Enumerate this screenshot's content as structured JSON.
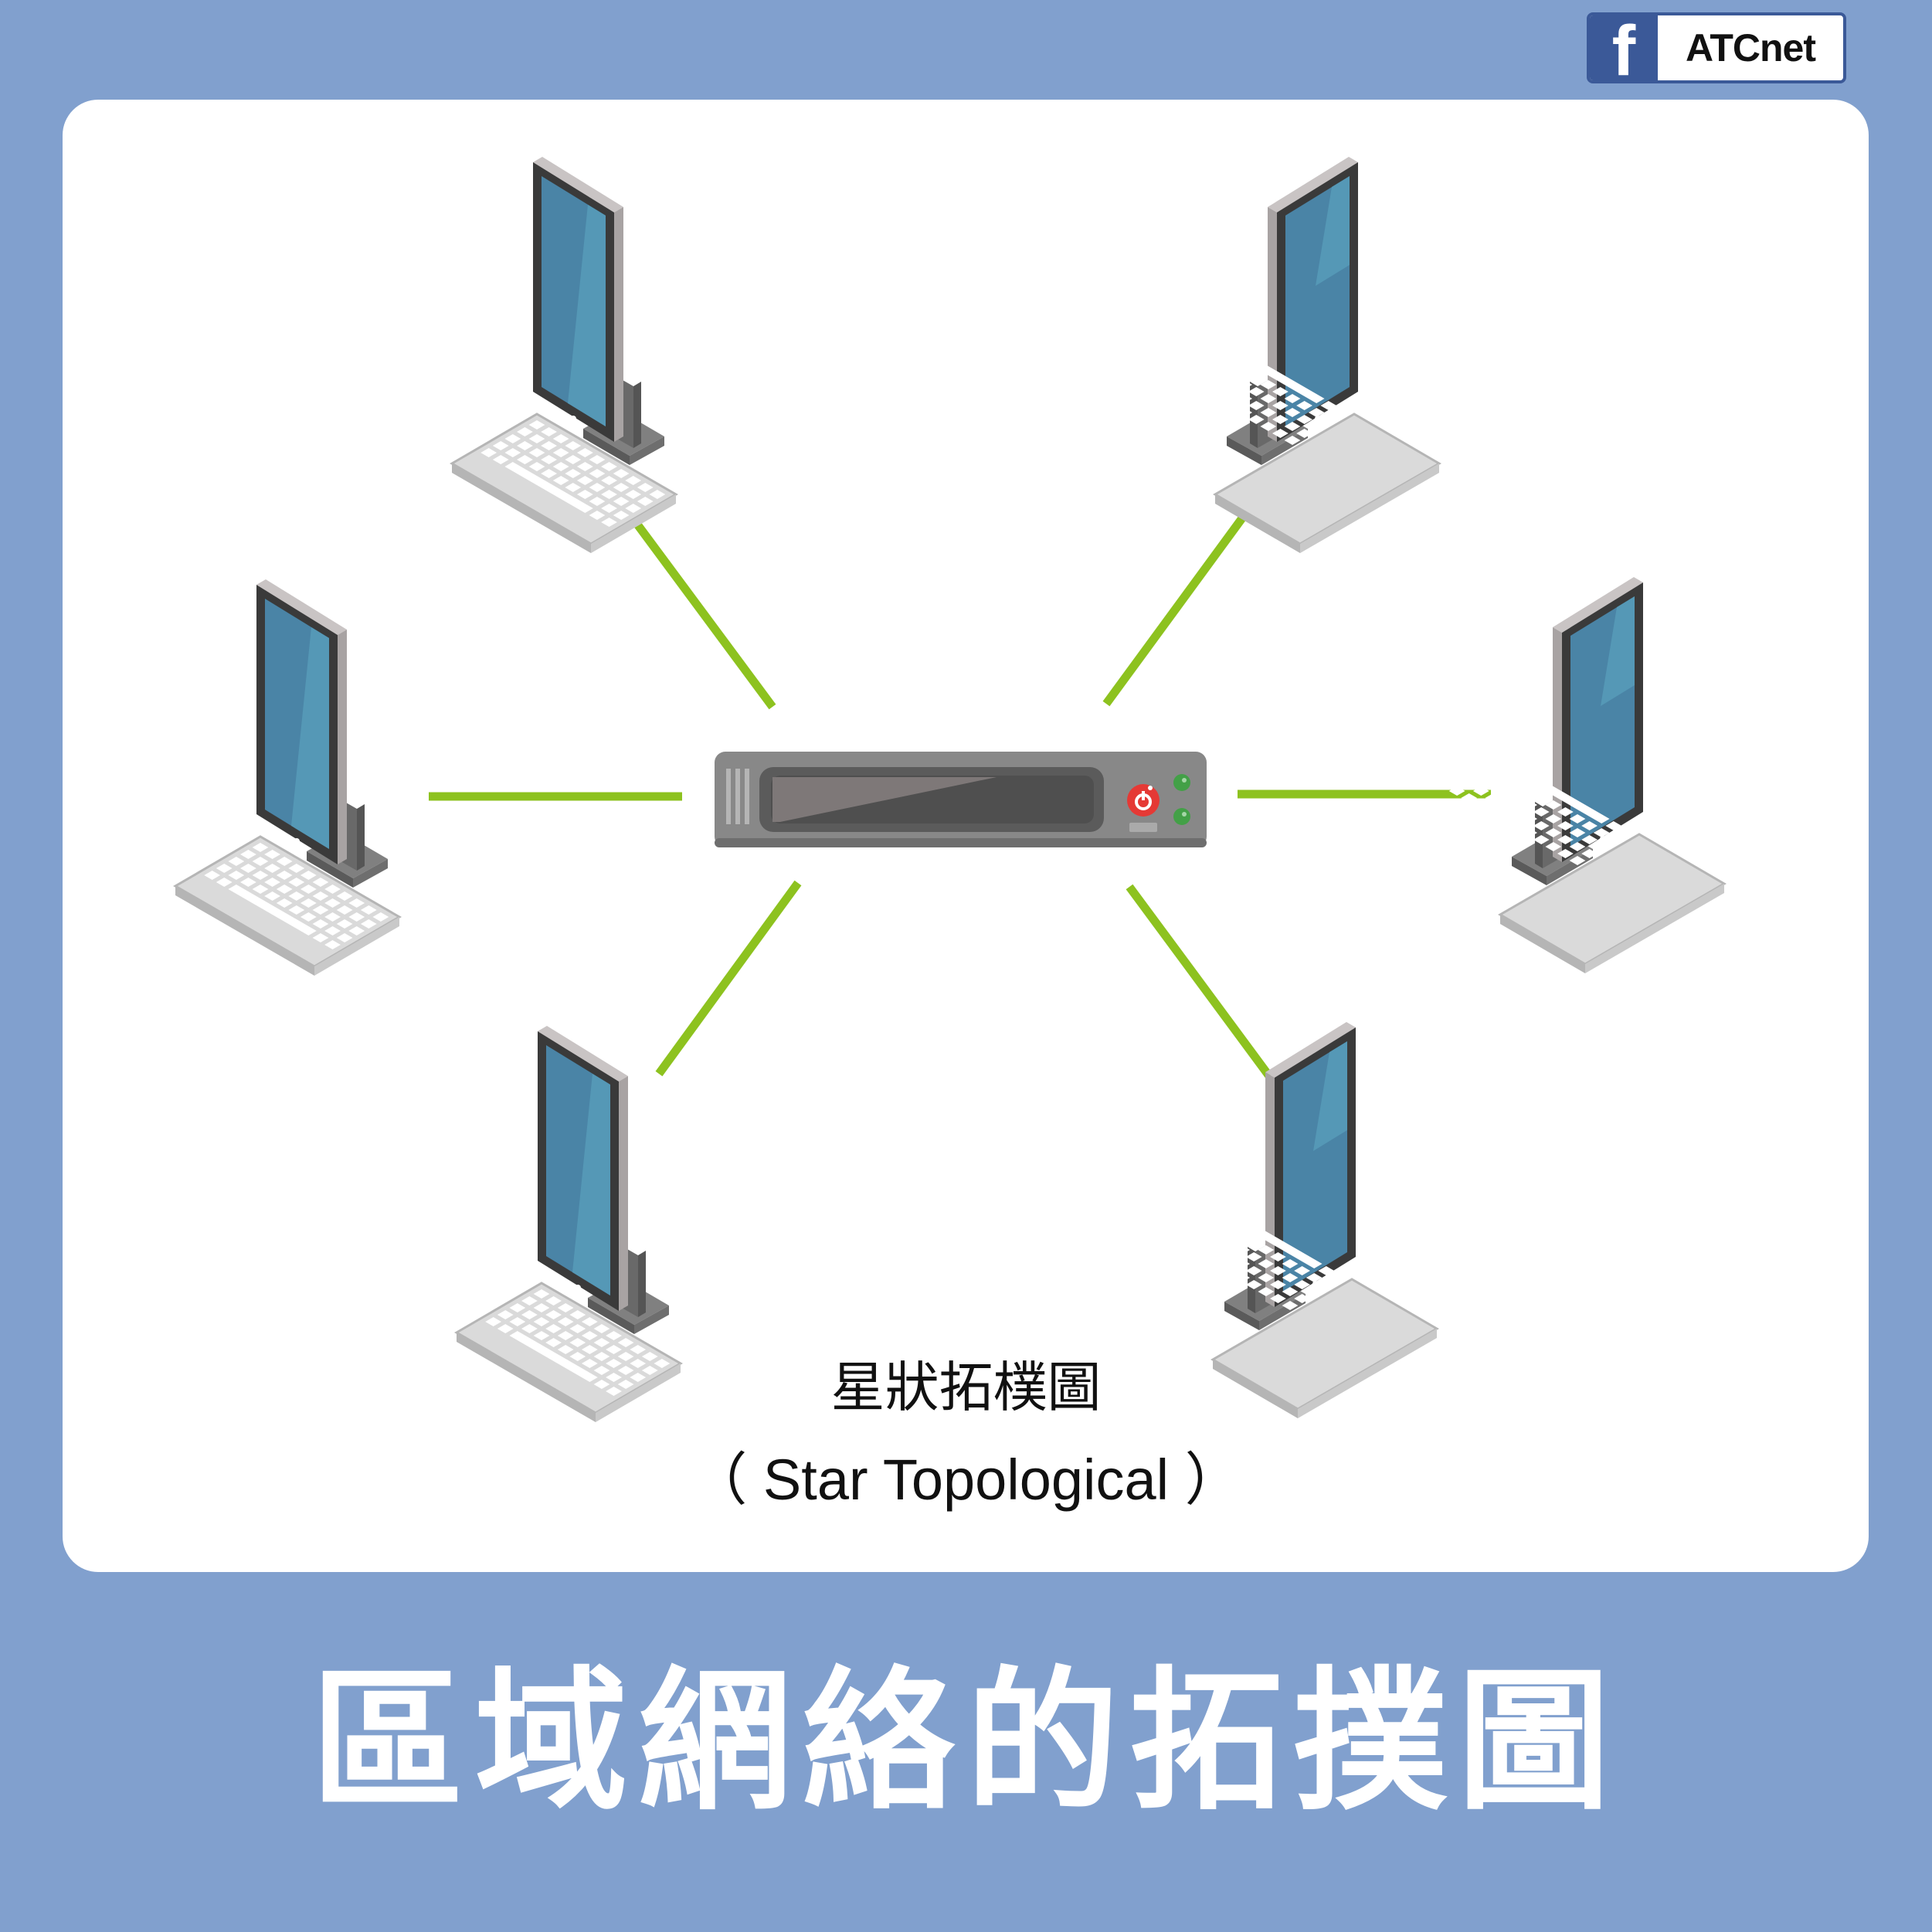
{
  "brand": {
    "icon": "facebook-icon",
    "name": "ATCnet",
    "accent": "#3B5998"
  },
  "diagram": {
    "caption_cn": "星狀拓樸圖",
    "caption_en": "（ Star Topological ）",
    "link_color": "#8DC21F",
    "hub": "network-switch",
    "nodes": [
      "desktop-computer",
      "desktop-computer",
      "desktop-computer",
      "desktop-computer",
      "desktop-computer",
      "desktop-computer"
    ]
  },
  "title": "區域網絡的拓撲圖",
  "colors": {
    "background": "#81A0CE",
    "card": "#FFFFFF",
    "screen": "#4A84A6",
    "monitor_frame": "#3A3A3A",
    "switch_body": "#888888"
  }
}
